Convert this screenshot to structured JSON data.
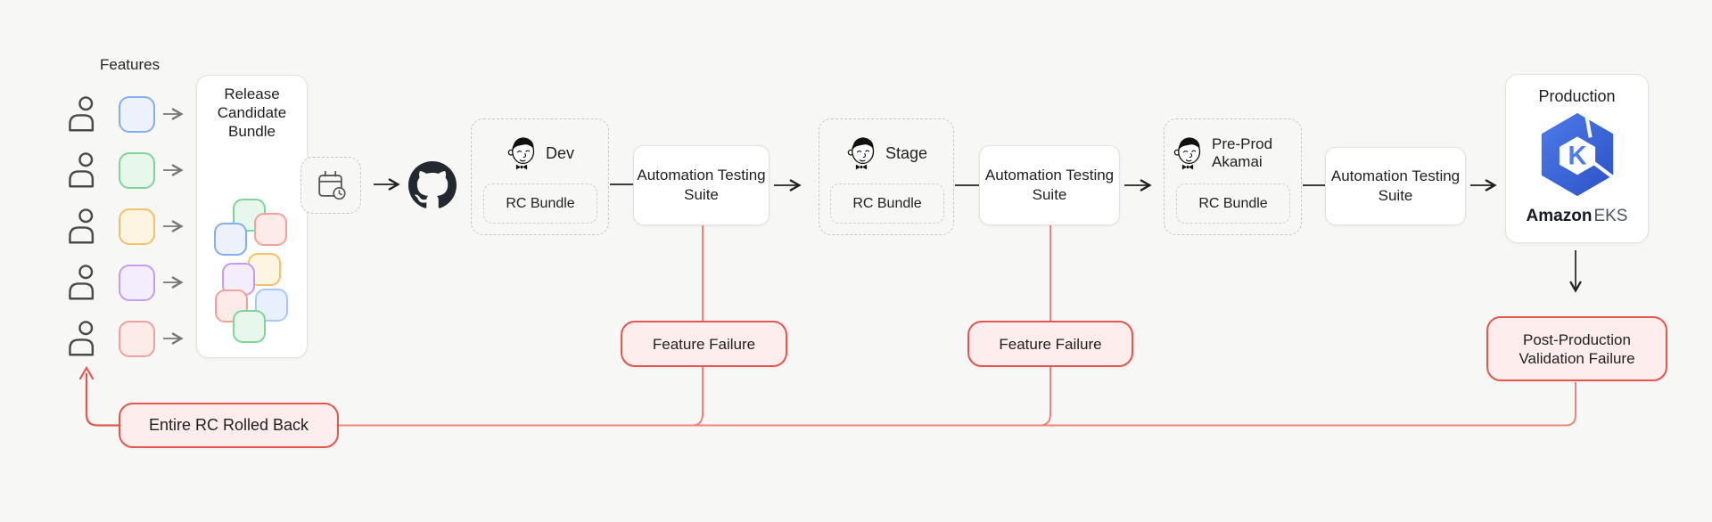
{
  "app": {
    "background_color": "#f7f7f5"
  },
  "features": {
    "label": "Features",
    "items": [
      {
        "icon": "person-icon",
        "color_name": "blue",
        "color_border": "#82aef2",
        "color_fill": "#edf1fc"
      },
      {
        "icon": "person-icon",
        "color_name": "green",
        "color_border": "#7fd598",
        "color_fill": "#e7f7ec"
      },
      {
        "icon": "person-icon",
        "color_name": "orange",
        "color_border": "#f3c169",
        "color_fill": "#fdf4e2"
      },
      {
        "icon": "person-icon",
        "color_name": "purple",
        "color_border": "#c49df0",
        "color_fill": "#f3edfd"
      },
      {
        "icon": "person-icon",
        "color_name": "red",
        "color_border": "#f0a29d",
        "color_fill": "#fcebe9"
      }
    ]
  },
  "release_candidate": {
    "title": "Release Candidate Bundle",
    "bundle_squares": [
      {
        "color_border": "#7fd598",
        "color_fill": "#e7f7ec"
      },
      {
        "color_border": "#f0a29d",
        "color_fill": "#fcebe9"
      },
      {
        "color_border": "#82aef2",
        "color_fill": "#edf1fc"
      },
      {
        "color_border": "#f3c169",
        "color_fill": "#fdf4e2"
      },
      {
        "color_border": "#c49df0",
        "color_fill": "#f3edfd"
      },
      {
        "color_border": "#f0a29d",
        "color_fill": "#fcebe9"
      },
      {
        "color_border": "#a9c7f7",
        "color_fill": "#e9f0fd"
      },
      {
        "color_border": "#7fd598",
        "color_fill": "#e7f7ec"
      }
    ]
  },
  "schedule": {
    "icon": "calendar-clock-icon"
  },
  "repo": {
    "icon": "github-icon"
  },
  "pipeline": {
    "automation_label": "Automation Testing Suite",
    "stages": [
      {
        "icon": "jenkins-icon",
        "env_label": "Dev",
        "bundle_label": "RC Bundle"
      },
      {
        "icon": "jenkins-icon",
        "env_label": "Stage",
        "bundle_label": "RC Bundle"
      },
      {
        "icon": "jenkins-icon",
        "env_label": "Pre-Prod Akamai",
        "bundle_label": "RC Bundle"
      }
    ]
  },
  "production": {
    "title": "Production",
    "logo_icon": "amazon-eks-icon",
    "brand": "Amazon",
    "product": "EKS"
  },
  "failures": {
    "feature_failure_1": "Feature Failure",
    "feature_failure_2": "Feature Failure",
    "post_production": "Post-Production Validation Failure",
    "rollback": "Entire RC Rolled Back",
    "accent_border": "#e4574e",
    "accent_fill": "#fdedec",
    "connector_color": "#ef837b"
  }
}
